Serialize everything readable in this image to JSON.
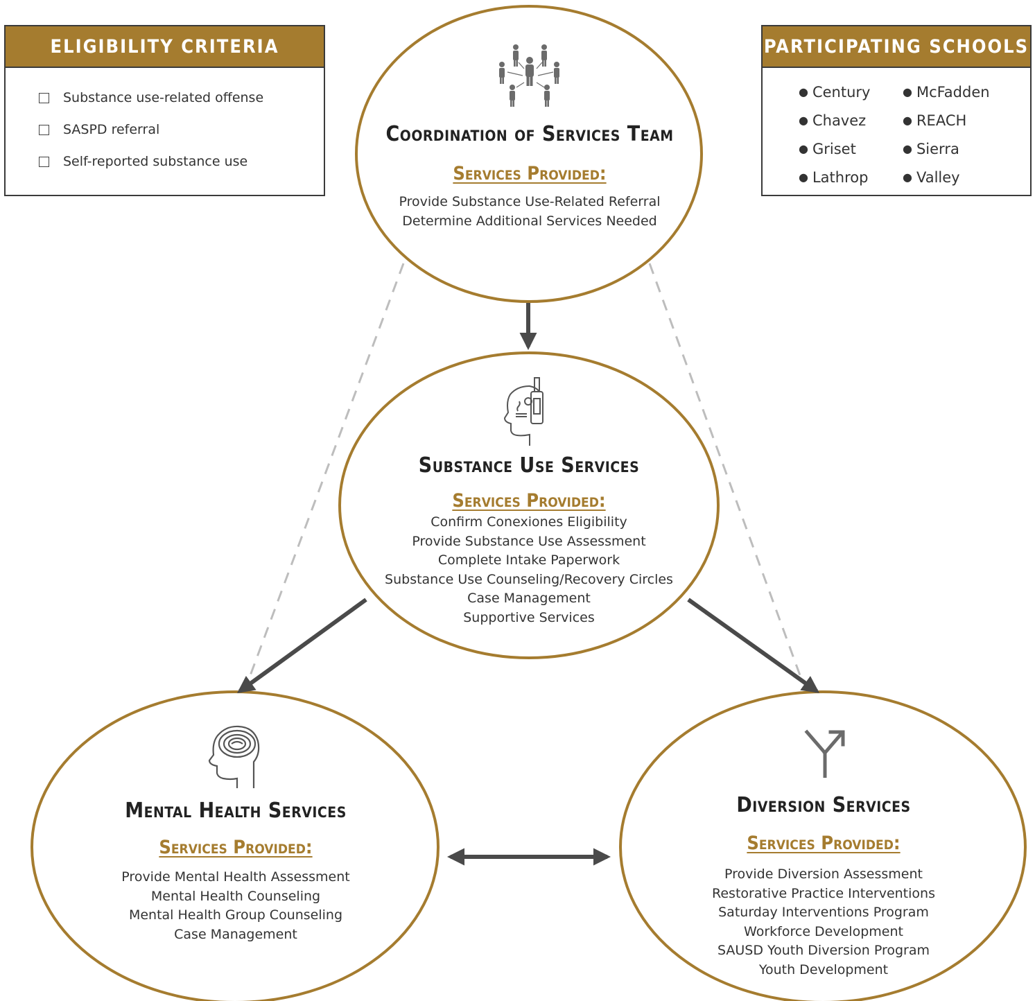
{
  "eligibility": {
    "header": "ELIGIBILITY CRITERIA",
    "items": [
      "Substance use-related offense",
      "SASPD referral",
      "Self-reported substance use"
    ]
  },
  "schools": {
    "header": "PARTICIPATING SCHOOLS",
    "items": [
      "Century",
      "McFadden",
      "Chavez",
      "REACH",
      "Griset",
      "Sierra",
      "Lathrop",
      "Valley"
    ]
  },
  "coordination": {
    "title": "Coordination of Services Team",
    "subtitle": "Services Provided:",
    "services": [
      "Provide Substance Use-Related Referral",
      "Determine Additional Services Needed"
    ],
    "icon": "people-network-icon"
  },
  "substance": {
    "title": "Substance Use Services",
    "subtitle": "Services Provided:",
    "services": [
      "Confirm Conexiones Eligibility",
      "Provide Substance Use Assessment",
      "Complete Intake Paperwork",
      "Substance Use Counseling/Recovery Circles",
      "Case Management",
      "Supportive Services"
    ],
    "icon": "head-bottle-icon"
  },
  "mental": {
    "title": "Mental Health Services",
    "subtitle": "Services Provided:",
    "services": [
      "Provide Mental Health Assessment",
      "Mental Health Counseling",
      "Mental Health Group Counseling",
      "Case Management"
    ],
    "icon": "head-brain-icon"
  },
  "diversion": {
    "title": "Diversion Services",
    "subtitle": "Services Provided:",
    "services": [
      "Provide Diversion Assessment",
      "Restorative Practice Interventions",
      "Saturday Interventions Program",
      "Workforce Development",
      "SAUSD Youth Diversion Program",
      "Youth Development"
    ],
    "icon": "fork-arrow-icon"
  },
  "colors": {
    "accent": "#a57c2f",
    "arrow": "#4a4a4a",
    "dashed": "#bdbdbd",
    "text": "#2b2b2b"
  }
}
